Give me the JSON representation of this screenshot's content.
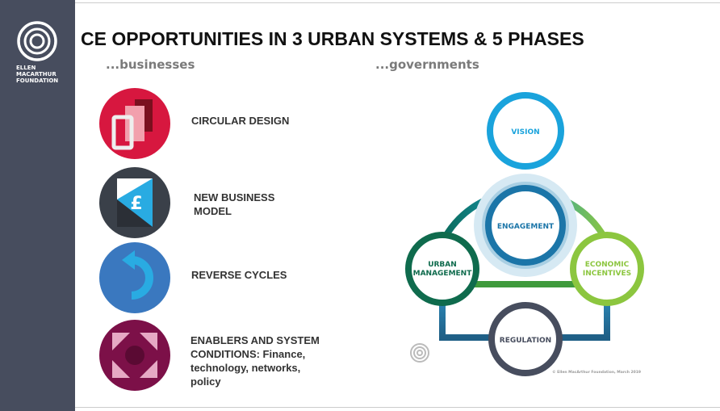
{
  "logo": {
    "lines": [
      "ELLEN",
      "MACARTHUR",
      "FOUNDATION"
    ]
  },
  "title": "CE OPPORTUNITIES IN 3 URBAN SYSTEMS & 5 PHASES",
  "subtitles": {
    "businesses": "...businesses",
    "governments": "...governments"
  },
  "items": [
    {
      "label": "CIRCULAR DESIGN",
      "color": "#d7173f"
    },
    {
      "label": "NEW BUSINESS MODEL",
      "color": "#3a4049"
    },
    {
      "label": "REVERSE CYCLES",
      "color": "#3a78bf"
    },
    {
      "label": "ENABLERS AND SYSTEM CONDITIONS: Finance, technology, networks, policy",
      "color": "#7c1048"
    }
  ],
  "diagram": {
    "vision": "VISION",
    "engagement": "ENGAGEMENT",
    "urban": [
      "URBAN",
      "MANAGEMENT"
    ],
    "economic": [
      "ECONOMIC",
      "INCENTIVES"
    ],
    "regulation": "REGULATION",
    "copyright": "© Ellen MacArthur Foundation, March 2019"
  }
}
